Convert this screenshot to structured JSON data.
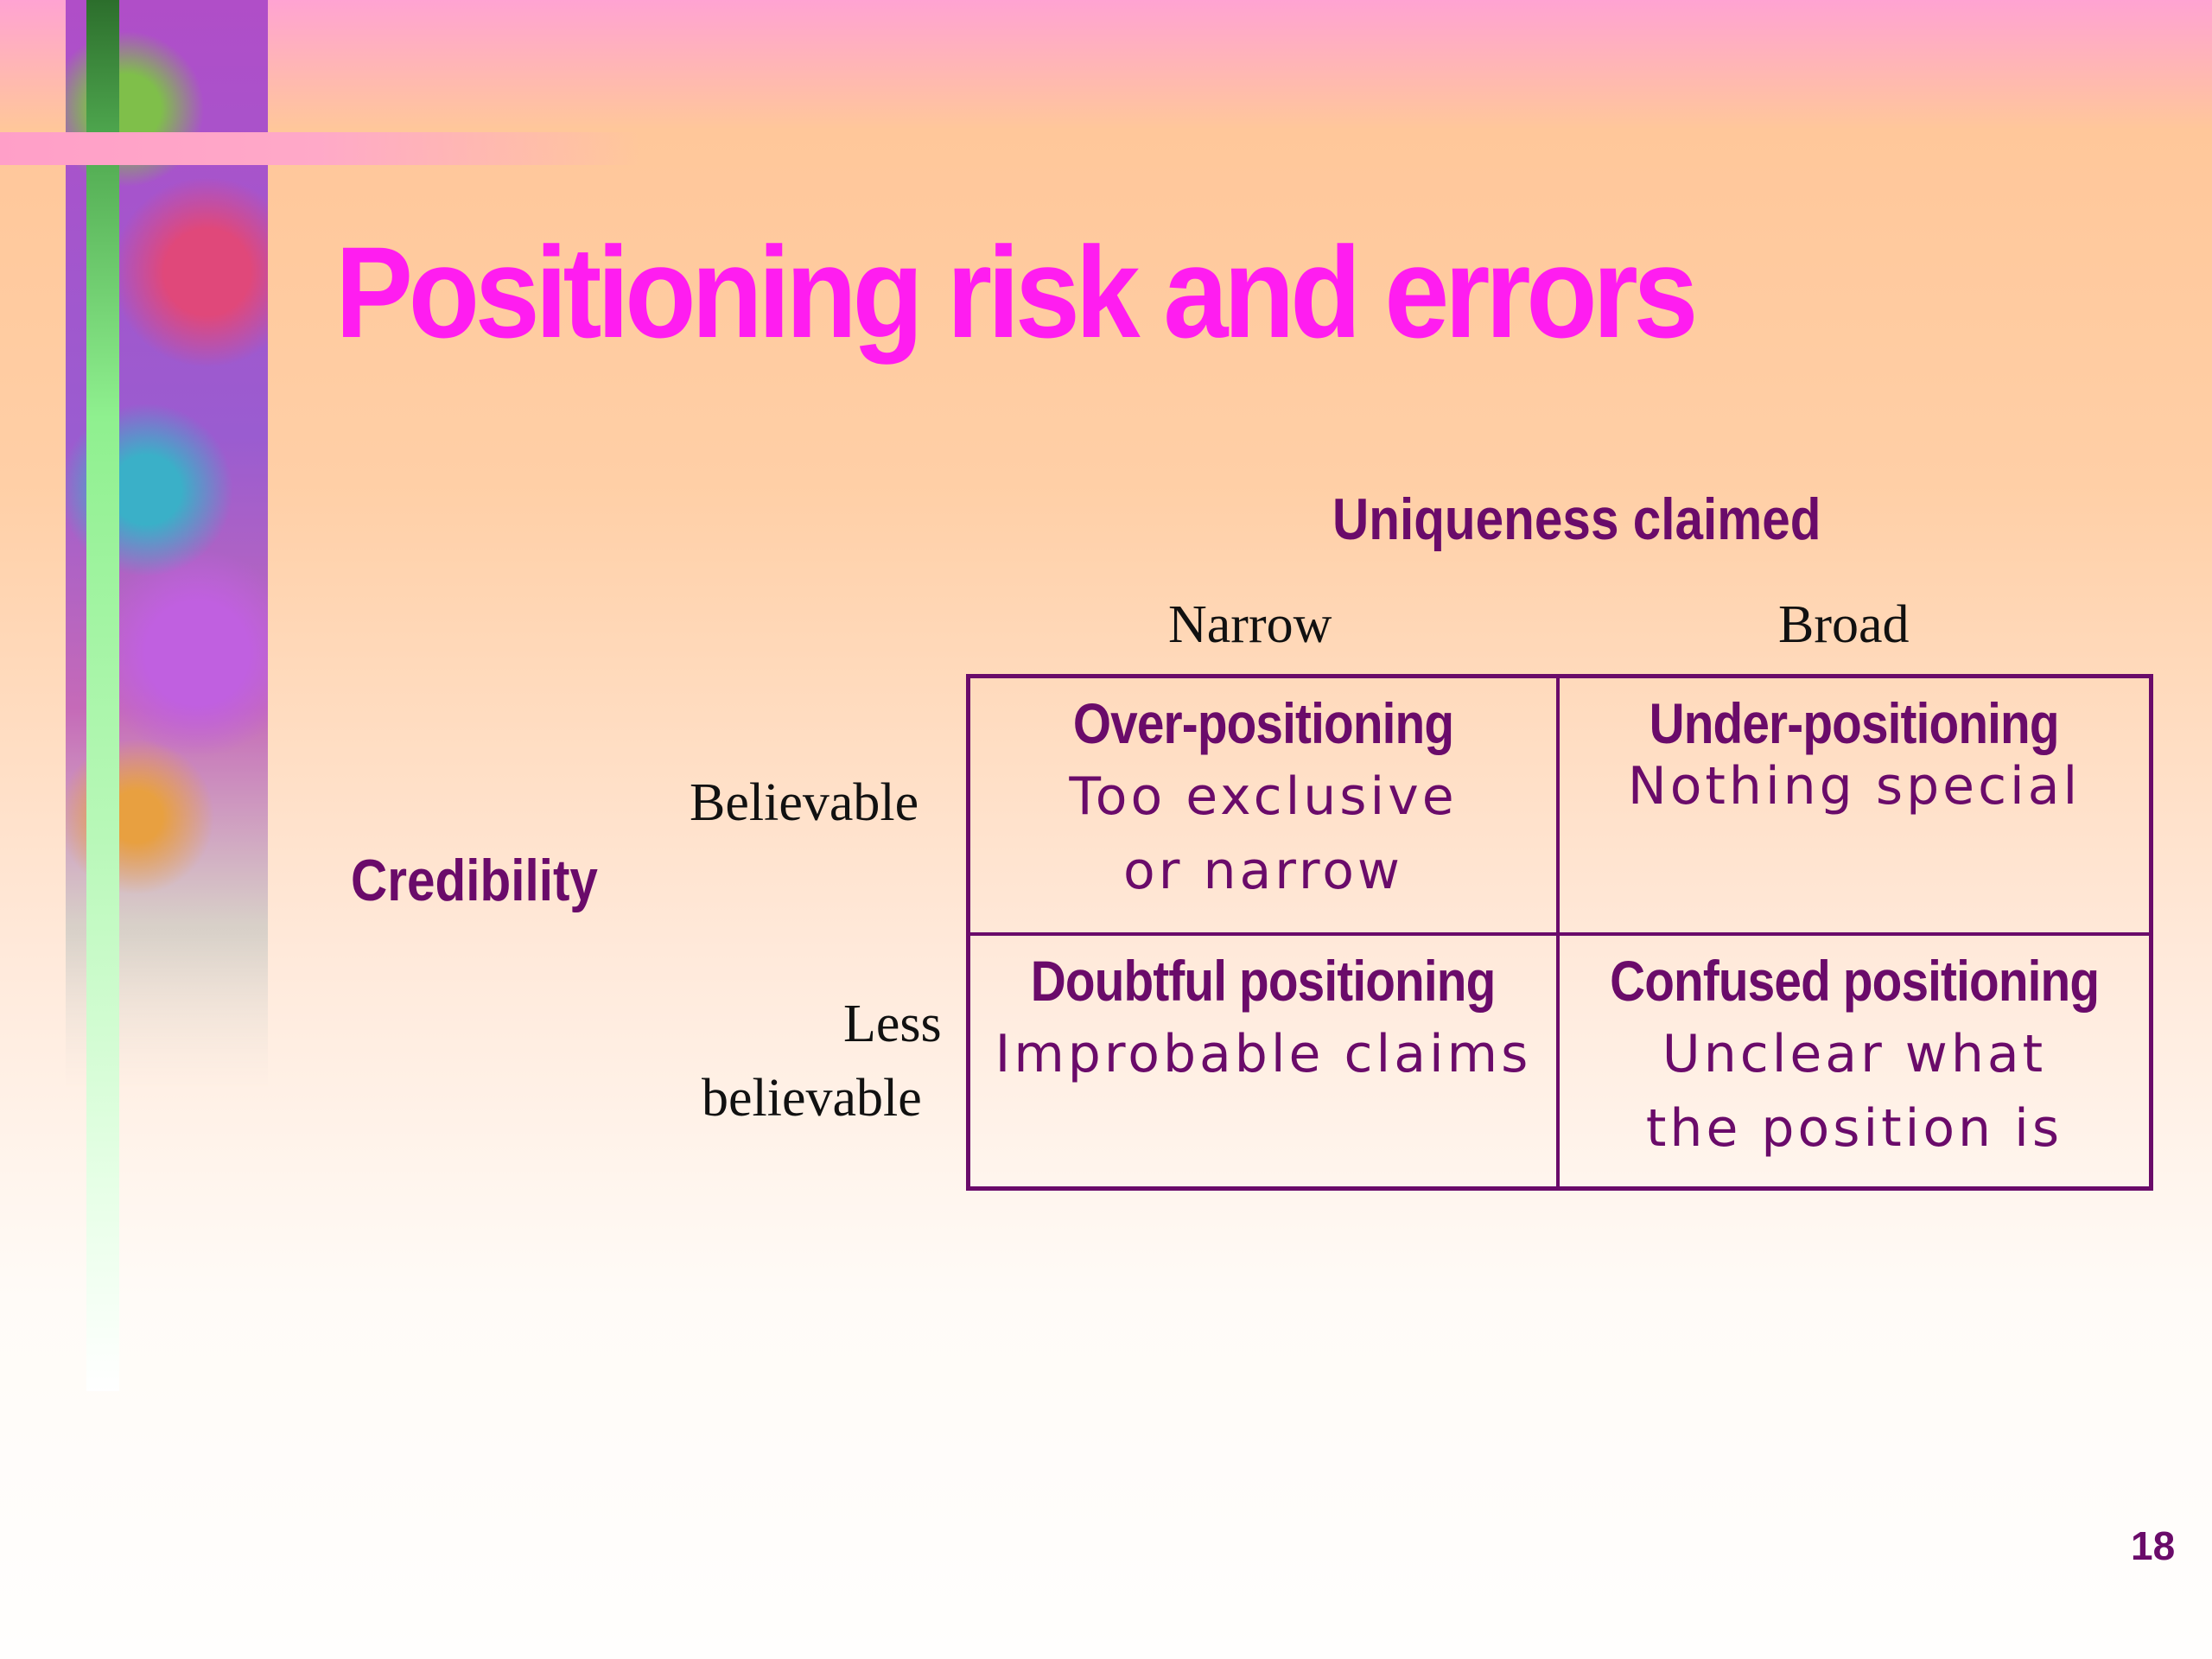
{
  "slide": {
    "title": "Positioning risk and errors",
    "page_number": "18"
  },
  "matrix": {
    "column_axis_label": "Uniqueness claimed",
    "row_axis_label": "Credibility",
    "columns": [
      "Narrow",
      "Broad"
    ],
    "rows": [
      "Believable",
      "Less believable"
    ],
    "row_lines": [
      [
        "Believable"
      ],
      [
        "Less",
        "believable"
      ]
    ],
    "cells": [
      [
        {
          "title": "Over-positioning",
          "description": "Too exclusive or narrow"
        },
        {
          "title": "Under-positioning",
          "description": "Nothing special"
        }
      ],
      [
        {
          "title": "Doubtful positioning",
          "description": "Improbable claims"
        },
        {
          "title": "Confused positioning",
          "description": "Unclear what the position is"
        }
      ]
    ]
  },
  "colors": {
    "title": "#ff1df0",
    "text_dark_purple": "#6a0b6a",
    "grid_border": "#6a0b6a"
  }
}
